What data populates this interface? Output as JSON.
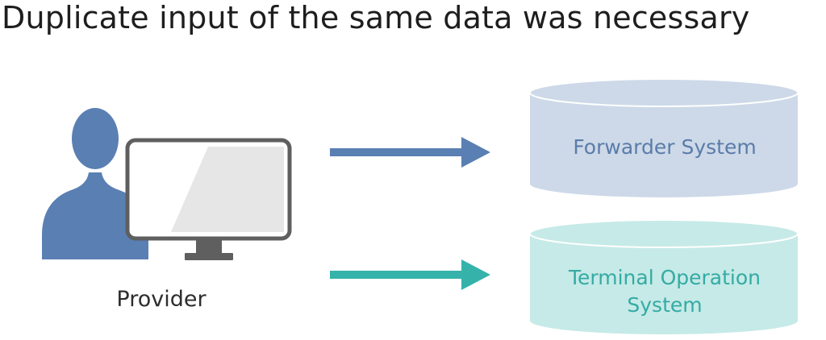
{
  "title": "Duplicate input of the same data was necessary",
  "provider": {
    "label": "Provider",
    "icon": "person-at-monitor-icon"
  },
  "systems": [
    {
      "label": "Forwarder System",
      "icon": "database-cylinder-icon",
      "color": "#cdd9e8",
      "text_color": "#5b7ca9"
    },
    {
      "label": "Terminal Operation System",
      "icon": "database-cylinder-icon",
      "color": "#c6eae7",
      "text_color": "#34aba4"
    }
  ],
  "colors": {
    "person": "#5a7fb3",
    "arrow_top": "#5a7fb3",
    "arrow_bottom": "#35b3ab",
    "monitor_frame": "#5f5f5f",
    "monitor_screen": "#e6e6e6"
  }
}
